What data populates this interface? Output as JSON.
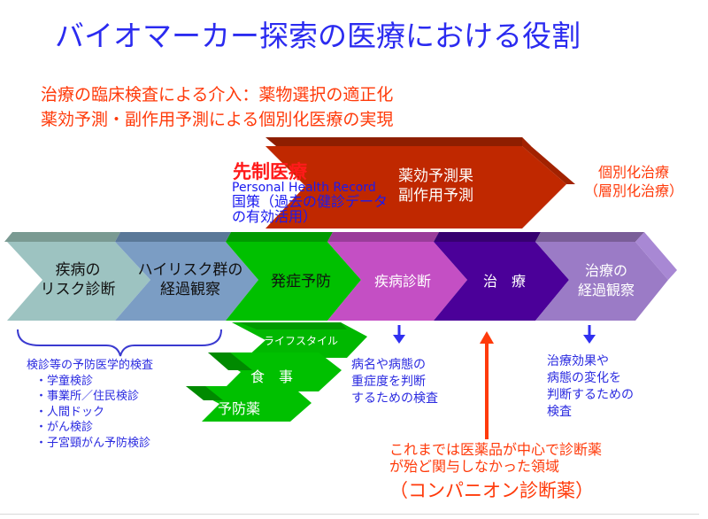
{
  "title": "バイオマーカー探索の医療における役割",
  "subtitle_lines": [
    "治療の臨床検査による介入：薬物選択の適正化",
    "薬効予測・副作用予測による個別化医療の実現"
  ],
  "preemptive": {
    "title": "先制医療",
    "line1": "Personal Health Record",
    "line2": "国策（過去の健診データ",
    "line3": "の有効活用）"
  },
  "drug_prediction": {
    "line1": "薬効予測果",
    "line2": "副作用予測"
  },
  "individualized": {
    "line1": "個別化治療",
    "line2": "（層別化治療）"
  },
  "stages": [
    {
      "line1": "疾病の",
      "line2": "リスク診断",
      "color": "#9DC3C1",
      "top_color": "#7A9A92"
    },
    {
      "line1": "ハイリスク群の",
      "line2": "経過観察",
      "color": "#7B9DC4",
      "top_color": "#5A7898"
    },
    {
      "line1": "発症予防",
      "line2": "",
      "color": "#00C000",
      "top_color": "#009A00"
    },
    {
      "line1": "疾病診断",
      "line2": "",
      "color": "#C44FC4",
      "top_color": "#9A3C9A"
    },
    {
      "line1": "治　療",
      "line2": "",
      "color": "#4B0099",
      "top_color": "#360070"
    },
    {
      "line1": "治療の",
      "line2": "経過観察",
      "color": "#9B7BC6",
      "top_color": "#7A5E98"
    }
  ],
  "prevention_items": [
    "ライフスタイル",
    "食　事",
    "予防薬"
  ],
  "screening": {
    "heading": "検診等の予防医学的検査",
    "items": [
      "・学童検診",
      "・事業所／住民検診",
      "・人間ドック",
      "・がん検診",
      "・子宮頸がん予防検診"
    ]
  },
  "diagnosis_note": [
    "病名や病態の",
    "重症度を判断",
    "するための検査"
  ],
  "followup_note": [
    "治療効果や",
    "病態の変化を",
    "判断するための",
    "検査"
  ],
  "companion": {
    "line1": "これまでは医薬品が中心で診断薬",
    "line2": "が殆ど関与しなかった領域",
    "line3": "（コンパニオン診断薬）"
  },
  "colors": {
    "title_blue": "#2b2bf0",
    "accent_orange": "#ff3a0a",
    "red_chevron": "#C02800",
    "arrow_blue": "#3030f0"
  }
}
